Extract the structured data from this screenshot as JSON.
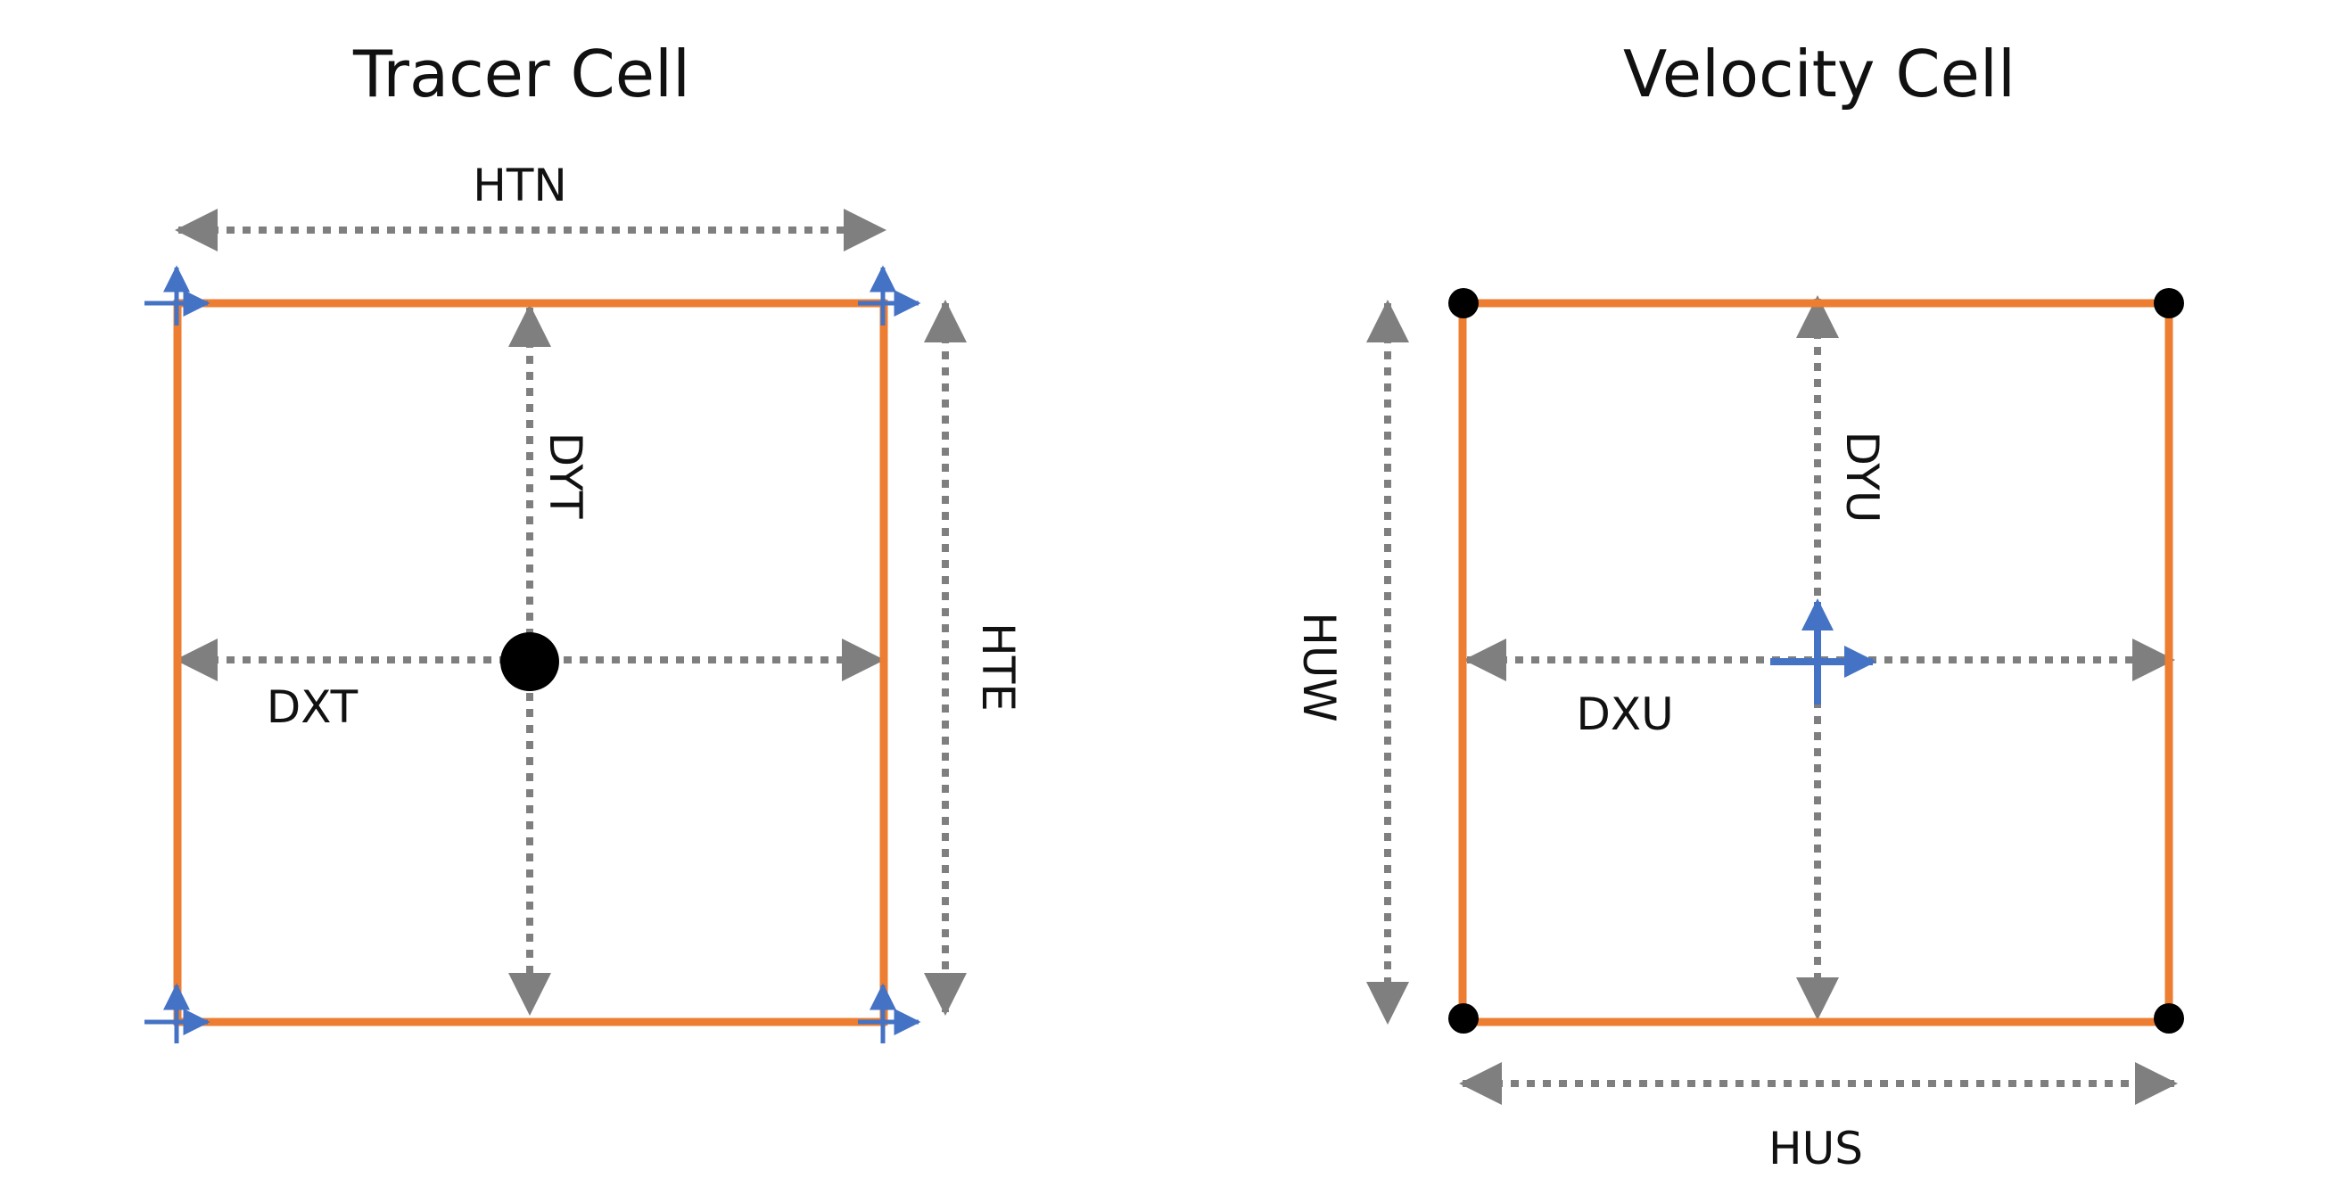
{
  "colors": {
    "cell_edge": "#ED7D31",
    "dimension": "#7F7F7F",
    "vector": "#4472C4",
    "point": "#000000"
  },
  "tracer_cell": {
    "title": "Tracer Cell",
    "labels": {
      "htn": "HTN",
      "hte": "HTE",
      "dxt": "DXT",
      "dyt": "DYT"
    }
  },
  "velocity_cell": {
    "title": "Velocity Cell",
    "labels": {
      "hus": "HUS",
      "huw": "HUW",
      "dxu": "DXU",
      "dyu": "DYU"
    }
  }
}
